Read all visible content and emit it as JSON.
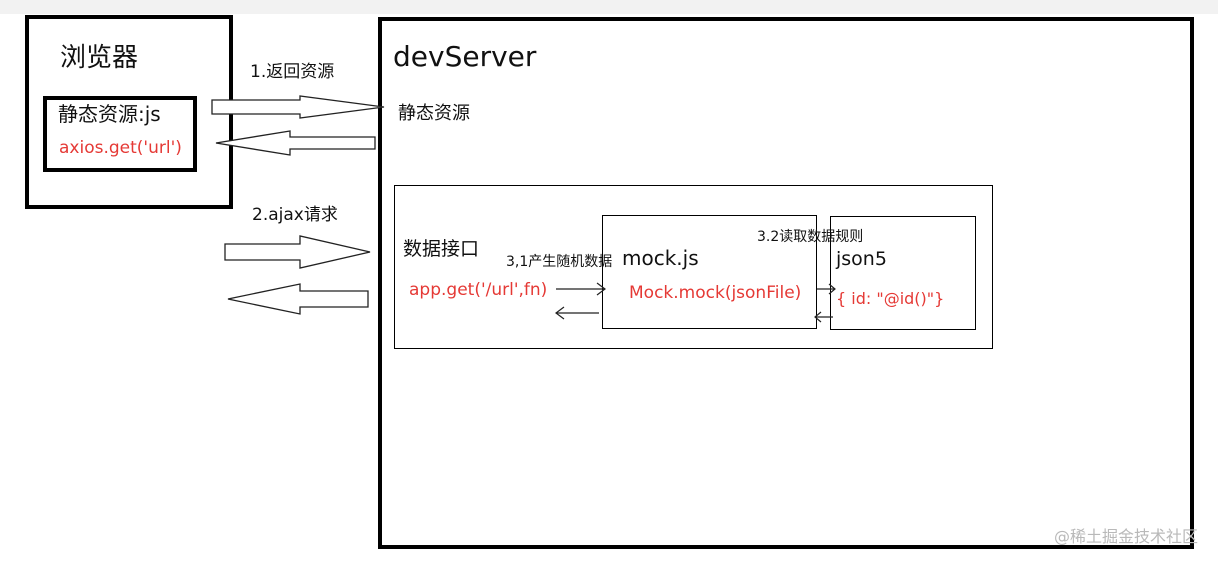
{
  "browser": {
    "title": "浏览器",
    "static_resource_label": "静态资源:js",
    "axios_call": "axios.get('url')"
  },
  "dev_server": {
    "title": "devServer",
    "static_resource_label": "静态资源"
  },
  "arrows": {
    "return_resource": "1.返回资源",
    "ajax_request": "2.ajax请求",
    "generate_random": "3,1产生随机数据",
    "read_rules": "3.2读取数据规则"
  },
  "data_interface": {
    "title": "数据接口",
    "route": "app.get('/url',fn)"
  },
  "mock": {
    "title": "mock.js",
    "call": "Mock.mock(jsonFile)"
  },
  "json5": {
    "title": "json5",
    "rule": "{ id: \"@id()\"}"
  },
  "watermark": "@稀土掘金技术社区",
  "colors": {
    "border": "#000000",
    "code_text": "#e53935",
    "watermark": "#b9b9b9"
  }
}
